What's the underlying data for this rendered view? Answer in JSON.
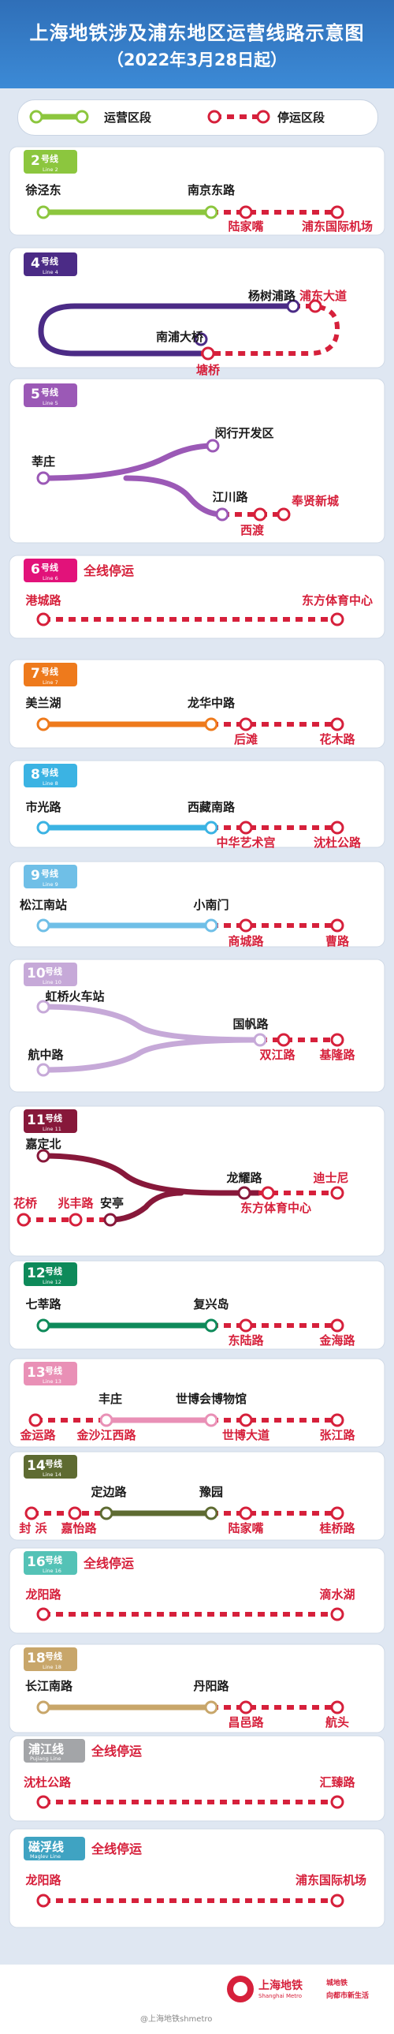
{
  "header": {
    "title": "上海地铁涉及浦东地区运营线路示意图",
    "subtitle": "（2022年3月28日起）"
  },
  "legend": {
    "operating": "运营区段",
    "suspended": "停运区段"
  },
  "colors": {
    "closed": "#d6203b",
    "line2": "#8cc63e",
    "line4": "#4b2b86",
    "line5": "#9b59b6",
    "line6": "#e2127a",
    "line7": "#ee7a1c",
    "line8": "#3bb3e3",
    "line9": "#6fbfe7",
    "line10": "#c6a9d8",
    "line11": "#87183a",
    "line12": "#0e8a5a",
    "line13": "#e990b6",
    "line14": "#5e6b32",
    "line16": "#54c2b6",
    "line18": "#c8a66a",
    "pujiang": "#a3a5a8",
    "maglev": "#3fa3c2"
  },
  "lines": [
    {
      "num": "2",
      "suffix": "号线",
      "en": "Line 2",
      "stations": [
        "徐泾东",
        "南京东路",
        "陆家嘴",
        "浦东国际机场"
      ]
    },
    {
      "num": "4",
      "suffix": "号线",
      "en": "Line 4",
      "stations": [
        "杨树浦路",
        "浦东大道",
        "南浦大桥",
        "塘桥"
      ]
    },
    {
      "num": "5",
      "suffix": "号线",
      "en": "Line 5",
      "stations": [
        "闵行开发区",
        "莘庄",
        "江川路",
        "西渡",
        "奉贤新城"
      ]
    },
    {
      "num": "6",
      "suffix": "号线",
      "en": "Line 6",
      "note": "全线停运",
      "stations": [
        "港城路",
        "东方体育中心"
      ]
    },
    {
      "num": "7",
      "suffix": "号线",
      "en": "Line 7",
      "stations": [
        "美兰湖",
        "龙华中路",
        "后滩",
        "花木路"
      ]
    },
    {
      "num": "8",
      "suffix": "号线",
      "en": "Line 8",
      "stations": [
        "市光路",
        "西藏南路",
        "中华艺术宫",
        "沈杜公路"
      ]
    },
    {
      "num": "9",
      "suffix": "号线",
      "en": "Line 9",
      "stations": [
        "松江南站",
        "小南门",
        "商城路",
        "曹路"
      ]
    },
    {
      "num": "10",
      "suffix": "号线",
      "en": "Line 10",
      "stations": [
        "虹桥火车站",
        "航中路",
        "国帆路",
        "双江路",
        "基隆路"
      ]
    },
    {
      "num": "11",
      "suffix": "号线",
      "en": "Line 11",
      "stations": [
        "嘉定北",
        "龙耀路",
        "迪士尼",
        "花桥",
        "兆丰路",
        "安亭",
        "东方体育中心"
      ]
    },
    {
      "num": "12",
      "suffix": "号线",
      "en": "Line 12",
      "stations": [
        "七莘路",
        "复兴岛",
        "东陆路",
        "金海路"
      ]
    },
    {
      "num": "13",
      "suffix": "号线",
      "en": "Line 13",
      "stations": [
        "丰庄",
        "世博会博物馆",
        "金运路",
        "金沙江西路",
        "世博大道",
        "张江路"
      ]
    },
    {
      "num": "14",
      "suffix": "号线",
      "en": "Line 14",
      "stations": [
        "定边路",
        "豫园",
        "封 浜",
        "嘉怡路",
        "陆家嘴",
        "桂桥路"
      ]
    },
    {
      "num": "16",
      "suffix": "号线",
      "en": "Line 16",
      "note": "全线停运",
      "stations": [
        "龙阳路",
        "滴水湖"
      ]
    },
    {
      "num": "18",
      "suffix": "号线",
      "en": "Line 18",
      "stations": [
        "长江南路",
        "丹阳路",
        "昌邑路",
        "航头"
      ]
    },
    {
      "num": "浦江线",
      "suffix": "",
      "en": "Pujiang Line",
      "note": "全线停运",
      "stations": [
        "沈杜公路",
        "汇臻路"
      ]
    },
    {
      "num": "磁浮线",
      "suffix": "",
      "en": "Maglev Line",
      "note": "全线停运",
      "stations": [
        "龙阳路",
        "浦东国际机场"
      ]
    }
  ],
  "footer": {
    "watermark": "@上海地铁shmetro",
    "logo_cn": "上海地铁",
    "logo_en": "Shanghai Metro",
    "slogan_1": "城地铁",
    "slogan_2": "向都市新生活"
  }
}
